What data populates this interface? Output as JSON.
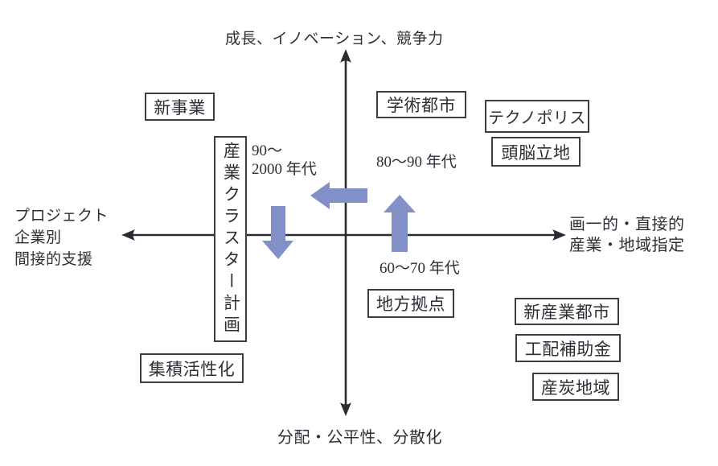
{
  "diagram": {
    "axis": {
      "top_label": "成長、イノベーション、競争力",
      "bottom_label": "分配・公平性、分散化",
      "left_label_lines": [
        "プロジェクト",
        "企業別",
        "間接的支援"
      ],
      "right_label_lines": [
        "画一的・直接的",
        "産業・地域指定"
      ]
    },
    "boxes": [
      {
        "id": "new-business",
        "label": "新事業"
      },
      {
        "id": "academic-city",
        "label": "学術都市"
      },
      {
        "id": "technopolis",
        "label": "テクノポリス"
      },
      {
        "id": "brain-location",
        "label": "頭脳立地"
      },
      {
        "id": "industrial-cluster-plan",
        "label": "産業クラスター計画"
      },
      {
        "id": "regional-hub",
        "label": "地方拠点"
      },
      {
        "id": "new-industrial-city",
        "label": "新産業都市"
      },
      {
        "id": "factory-relocation-subsidy",
        "label": "工配補助金"
      },
      {
        "id": "coal-mining-area",
        "label": "産炭地域"
      },
      {
        "id": "cluster-activation",
        "label": "集積活性化"
      }
    ],
    "eras": [
      {
        "id": "era-90s-2000s",
        "lines": [
          "90〜",
          "2000 年代"
        ]
      },
      {
        "id": "era-80s-90s",
        "text": "80〜90 年代"
      },
      {
        "id": "era-60s-70s",
        "text": "60〜70 年代"
      }
    ],
    "colors": {
      "axis": "#2b2b33",
      "arrow": "#8191C7",
      "box_border": "#3c3c44",
      "text": "#2e2e36"
    }
  }
}
